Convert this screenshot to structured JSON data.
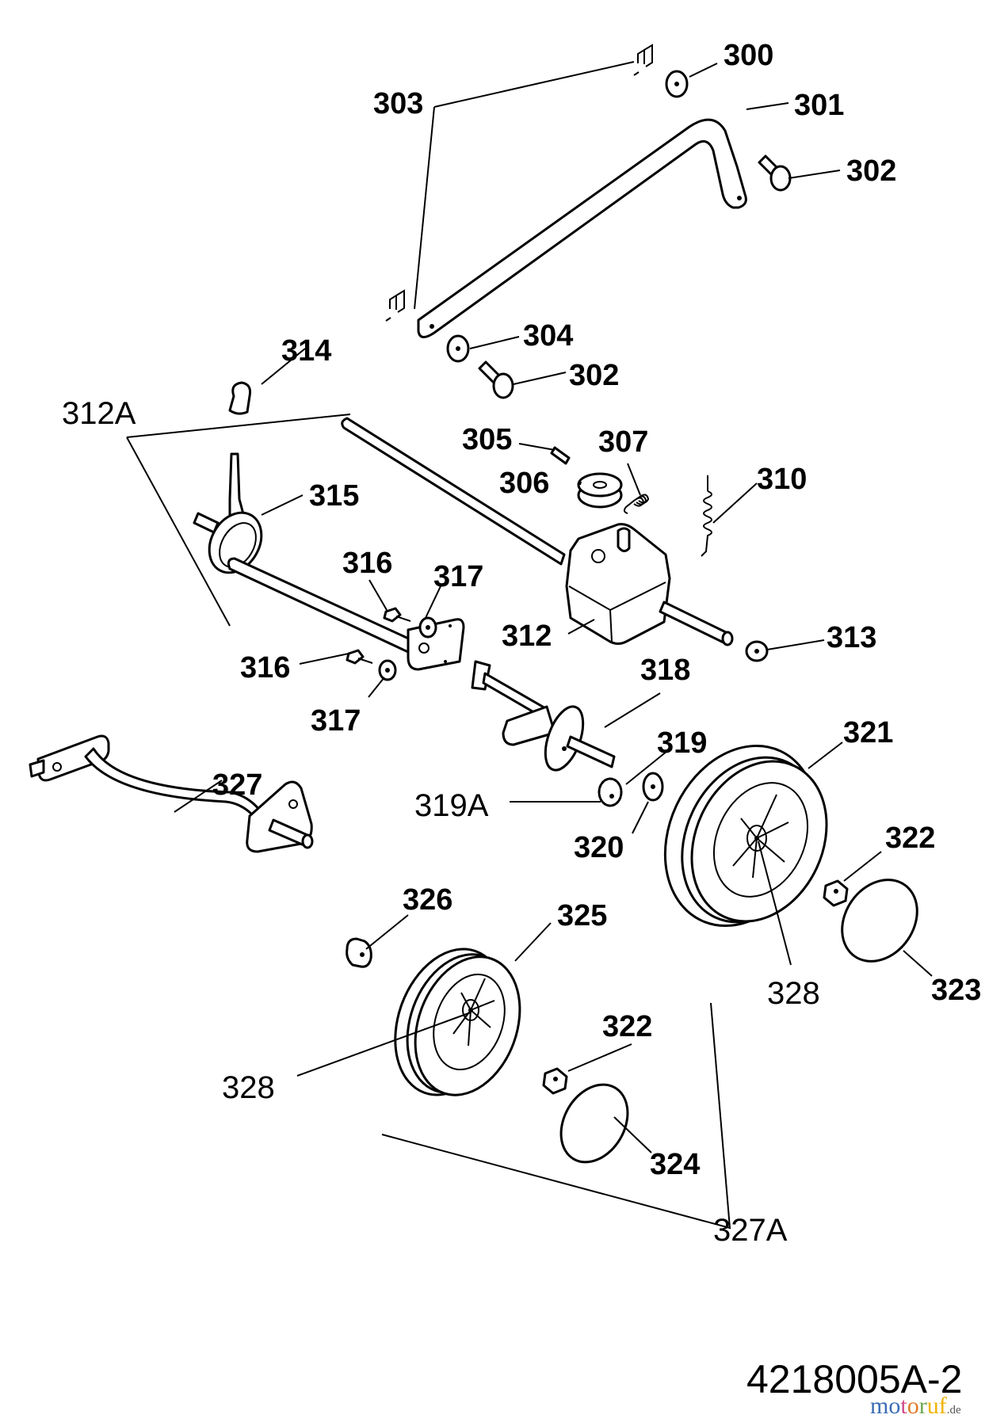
{
  "diagram": {
    "type": "exploded-parts-diagram",
    "subject": "lawn mower drive axle, gearbox and wheels",
    "drawing_number": "4218005A-2",
    "watermark": {
      "text": "motoruf",
      "suffix": ".de",
      "letter_colors": [
        "#3a6db5",
        "#3a6db5",
        "#d04a8a",
        "#e07a2a",
        "#6aa84f",
        "#f0b400",
        "#f0b400"
      ]
    },
    "callouts": [
      {
        "id": "300",
        "style": "bold"
      },
      {
        "id": "301",
        "style": "bold"
      },
      {
        "id": "302",
        "style": "bold"
      },
      {
        "id": "302b",
        "text": "302",
        "style": "bold"
      },
      {
        "id": "303",
        "style": "bold"
      },
      {
        "id": "304",
        "style": "bold"
      },
      {
        "id": "305",
        "style": "bold"
      },
      {
        "id": "306",
        "style": "bold"
      },
      {
        "id": "307",
        "style": "bold"
      },
      {
        "id": "310",
        "style": "bold"
      },
      {
        "id": "312",
        "style": "bold"
      },
      {
        "id": "312A",
        "style": "regular"
      },
      {
        "id": "313",
        "style": "bold"
      },
      {
        "id": "314",
        "style": "bold"
      },
      {
        "id": "315",
        "style": "bold"
      },
      {
        "id": "316",
        "style": "bold"
      },
      {
        "id": "316b",
        "text": "316",
        "style": "bold"
      },
      {
        "id": "317",
        "style": "bold"
      },
      {
        "id": "317b",
        "text": "317",
        "style": "bold"
      },
      {
        "id": "318",
        "style": "bold"
      },
      {
        "id": "319",
        "style": "bold"
      },
      {
        "id": "319A",
        "style": "regular"
      },
      {
        "id": "320",
        "style": "bold"
      },
      {
        "id": "321",
        "style": "bold"
      },
      {
        "id": "322",
        "style": "bold"
      },
      {
        "id": "322b",
        "text": "322",
        "style": "bold"
      },
      {
        "id": "323",
        "style": "bold"
      },
      {
        "id": "324",
        "style": "bold"
      },
      {
        "id": "325",
        "style": "bold"
      },
      {
        "id": "326",
        "style": "bold"
      },
      {
        "id": "327",
        "style": "bold"
      },
      {
        "id": "327A",
        "style": "regular"
      },
      {
        "id": "328",
        "style": "regular"
      },
      {
        "id": "328b",
        "text": "328",
        "style": "regular"
      }
    ]
  },
  "labels": {
    "l300": "300",
    "l301": "301",
    "l302": "302",
    "l302b": "302",
    "l303": "303",
    "l304": "304",
    "l305": "305",
    "l306": "306",
    "l307": "307",
    "l310": "310",
    "l312": "312",
    "l312A": "312A",
    "l313": "313",
    "l314": "314",
    "l315": "315",
    "l316": "316",
    "l316b": "316",
    "l317": "317",
    "l317b": "317",
    "l318": "318",
    "l319": "319",
    "l319A": "319A",
    "l320": "320",
    "l321": "321",
    "l322": "322",
    "l322b": "322",
    "l323": "323",
    "l324": "324",
    "l325": "325",
    "l326": "326",
    "l327": "327",
    "l327A": "327A",
    "l328": "328",
    "l328b": "328"
  }
}
